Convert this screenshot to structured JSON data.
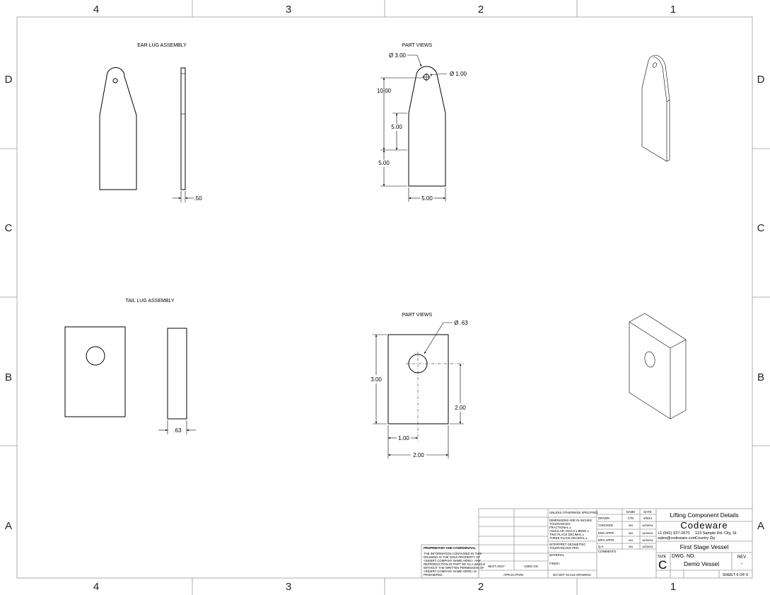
{
  "zones": {
    "columns": [
      "4",
      "3",
      "2",
      "1"
    ],
    "rows": [
      "D",
      "C",
      "B",
      "A"
    ]
  },
  "views": {
    "ear_lug_title": "EAR LUG ASSEMBLY",
    "ear_lug_thickness": ".50",
    "ear_part_views_title": "PART VIEWS",
    "ear_dims": {
      "arc_dia": "Ø 3.00",
      "hole_dia": "Ø 1.00",
      "height_total": "10.00",
      "taper": "5.00",
      "lower": "5.00",
      "width": "5.00"
    },
    "tail_lug_title": "TAIL LUG ASSEMBLY",
    "tail_lug_thickness": ".63",
    "tail_part_views_title": "PART VIEWS",
    "tail_dims": {
      "hole_dia": "Ø .63",
      "height": "3.00",
      "hole_height": "2.00",
      "hole_x": "1.00",
      "width": "2.00"
    }
  },
  "title_block": {
    "unless": "UNLESS OTHERWISE SPECIFIED:",
    "dims_lines": [
      "DIMENSIONS ARE IN INCHES",
      "TOLERANCES:",
      "FRACTIONAL ±",
      "ANGULAR: MACH ±   BEND ±",
      "TWO PLACE DECIMAL   ±",
      "THREE PLACE DECIMAL  ±"
    ],
    "interpret": [
      "INTERPRET GEOMETRIC",
      "TOLERANCING PER:"
    ],
    "material": "MATERIAL",
    "finish": "FINISH",
    "do_not_scale": "DO NOT SCALE DRAWING",
    "next_assy": "NEXT ASSY",
    "used_on": "USED ON",
    "application": "APPLICATION",
    "proprietary_title": "PROPRIETARY AND CONFIDENTIAL",
    "proprietary_lines": [
      "THE INFORMATION CONTAINED IN THIS",
      "DRAWING IS THE SOLE PROPERTY OF",
      "<INSERT COMPANY NAME HERE>. ANY",
      "REPRODUCTION IN PART OR AS A WHOLE",
      "WITHOUT THE WRITTEN PERMISSION OF",
      "<INSERT COMPANY NAME HERE> IS",
      "PROHIBITED."
    ],
    "name_header": "NAME",
    "date_header": "DATE",
    "approvals": [
      {
        "role": "DRAWN",
        "name": "CTD",
        "date": "6/5/23"
      },
      {
        "role": "CHECKED",
        "name": "xxx",
        "date": "xx/xx/xx"
      },
      {
        "role": "ENG APPR.",
        "name": "xxx",
        "date": "xx/xx/xx"
      },
      {
        "role": "MFG APPR.",
        "name": "xxx",
        "date": "xx/xx/xx"
      },
      {
        "role": "Q.A.",
        "name": "xxx",
        "date": "xx/xx/xx"
      }
    ],
    "comments": "COMMENTS:",
    "title": "Lifting Component Details",
    "company": "Codeware",
    "phone": "+1 (941) 927-2670",
    "address1": "123 Sample Rd. City, St",
    "email": "sales@codeware.com",
    "address2": "Country Zip",
    "subtitle": "First Stage Vessel",
    "size_label": "SIZE",
    "size": "C",
    "dwg_no_label": "DWG.  NO.",
    "dwg_no": "Demo Vessel",
    "rev_label": "REV",
    "rev": "-",
    "sheet": "SHEET 6 OF 6"
  }
}
